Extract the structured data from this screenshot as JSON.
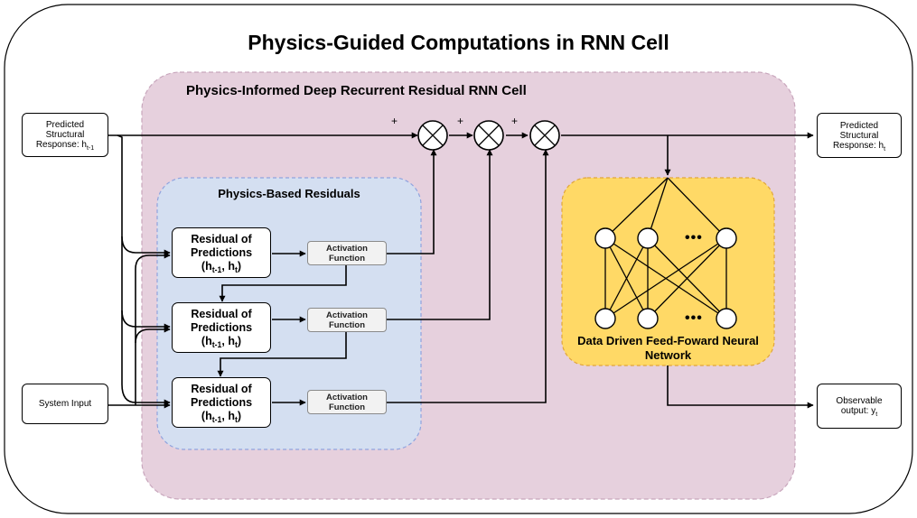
{
  "title": "Physics-Guided Computations in RNN Cell",
  "cell_label": "Physics-Informed Deep Recurrent Residual RNN Cell",
  "residuals_label": "Physics-Based Residuals",
  "nn_label_line1": "Data Driven Feed-Foward Neural",
  "nn_label_line2": "Network",
  "inputs": {
    "prev_response": {
      "line1": "Predicted",
      "line2": "Structural",
      "line3": "Response: h",
      "sub": "t-1"
    },
    "system_input": "System Input"
  },
  "outputs": {
    "next_response": {
      "line1": "Predicted",
      "line2": "Structural",
      "line3": "Response: h",
      "sub": "t"
    },
    "observable": {
      "line1": "Observable",
      "line2": "output: y",
      "sub": "t"
    }
  },
  "residual_blocks": [
    {
      "line1": "Residual of",
      "line2": "Predictions",
      "h1": "h",
      "h1_sub": "t-1",
      "h2": "h",
      "h2_sub": "t"
    },
    {
      "line1": "Residual of",
      "line2": "Predictions",
      "h1": "h",
      "h1_sub": "t-1",
      "h2": "h",
      "h2_sub": "t"
    },
    {
      "line1": "Residual of",
      "line2": "Predictions",
      "h1": "h",
      "h1_sub": "t-1",
      "h2": "h",
      "h2_sub": "t"
    }
  ],
  "activation": {
    "line1": "Activation",
    "line2": "Function"
  },
  "plus_sign": "+",
  "ellipsis": "•••",
  "colors": {
    "cell_fill": "#e6d0dd",
    "cell_border": "#c8a6bc",
    "residual_fill": "#d4dff1",
    "residual_border": "#8fa3de",
    "nn_fill": "#ffd966",
    "nn_border": "#e0a53a",
    "line": "#000000"
  },
  "icons": [
    "multiply-junction-icon",
    "neuron-node-icon",
    "arrow-head-icon"
  ]
}
